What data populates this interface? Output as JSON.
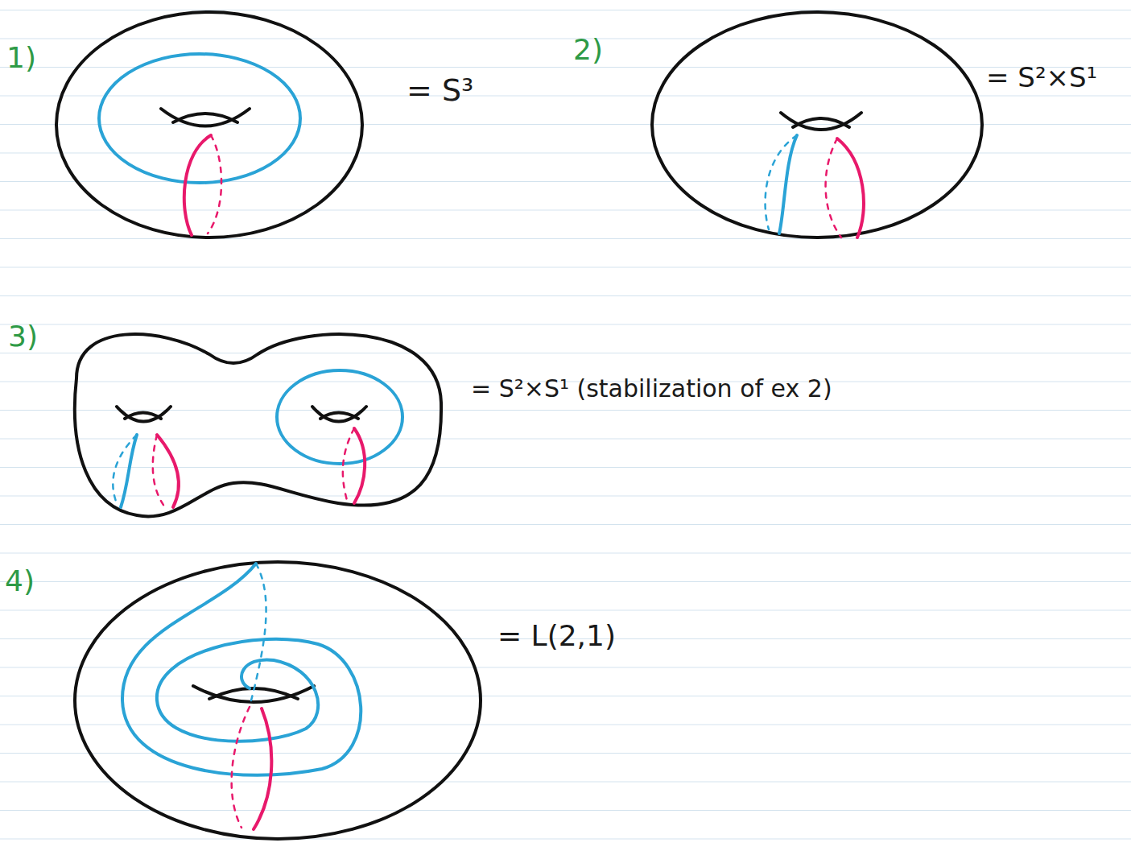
{
  "diagram": {
    "labels": [
      "1)",
      "= S³",
      "2)",
      "= S²×S¹",
      "3)",
      "= S²×S¹ (stabilization of ex 2)",
      "4)",
      "= L(2,1)"
    ]
  }
}
